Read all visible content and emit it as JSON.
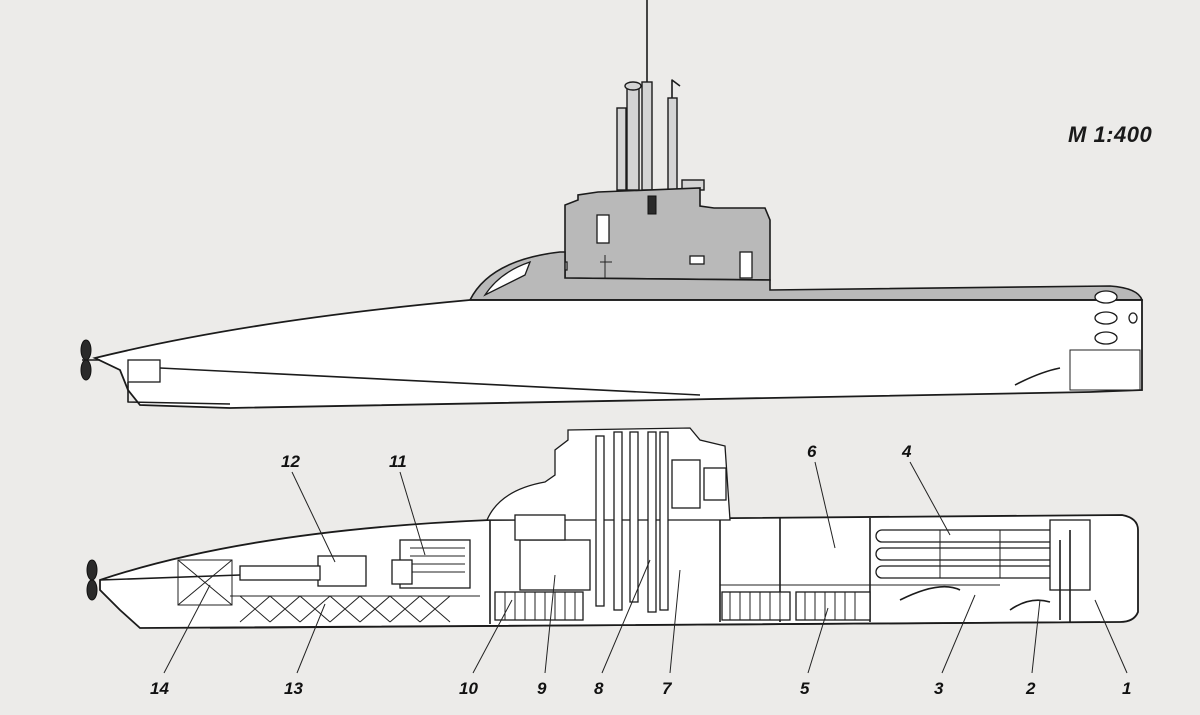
{
  "scale": "M 1:400",
  "callouts": [
    "1",
    "2",
    "3",
    "4",
    "5",
    "6",
    "7",
    "8",
    "9",
    "10",
    "11",
    "12",
    "13",
    "14"
  ]
}
